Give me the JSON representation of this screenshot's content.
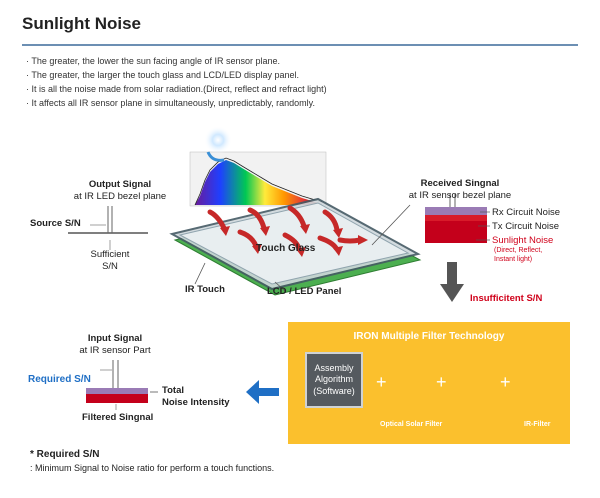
{
  "title": "Sunlight Noise",
  "bullets": [
    "The greater, the lower the sun facing angle of IR sensor plane.",
    "The greater, the larger the touch glass and LCD/LED display panel.",
    "It is all the noise made from solar radiation.(Direct, reflect and refract light)",
    "It affects all IR sensor plane in simultaneously, unpredictably, randomly."
  ],
  "output_signal": {
    "title": "Output Signal",
    "subtitle": "at IR LED bezel plane",
    "source_sn": "Source S/N",
    "sufficient_line1": "Sufficient",
    "sufficient_line2": "S/N"
  },
  "panel": {
    "touch_glass": "Touch Glass",
    "ir_touch": "IR Touch",
    "lcd_panel": "LCD / LED Panel"
  },
  "received_signal": {
    "title": "Received Singnal",
    "subtitle": "at IR sensor bezel plane",
    "rx_noise": "Rx Circuit Noise",
    "tx_noise": "Tx Circuit Noise",
    "sunlight_noise": "Sunlight Noise",
    "sunlight_detail_1": "(Direct, Reflect,",
    "sunlight_detail_2": "Instant light)",
    "insufficient": "Insufficitent S/N"
  },
  "filter": {
    "title": "IRON Multiple Filter Technology",
    "algo_line1": "Assembly",
    "algo_line2": "Algorithm",
    "algo_line3": "(Software)",
    "plus": "+",
    "optical": "Optical Solar Filter",
    "ir": "IR-Filter"
  },
  "input_signal": {
    "title": "Input Signal",
    "subtitle": "at IR sensor Part",
    "required": "Required S/N",
    "total": "Total",
    "noise_intensity": "Noise Intensity",
    "filtered": "Filtered Singnal"
  },
  "footnote": {
    "title": "* Required S/N",
    "text": ": Minimum Signal to Noise ratio for perform a touch functions."
  },
  "colors": {
    "accent_blue": "#1f6fc5",
    "red": "#d0021b",
    "filter_yellow": "#fbc02d",
    "dark_red": "#b3001b",
    "purple": "#9a7bb5"
  },
  "icons": {
    "sun": "sun-icon",
    "arrows": "red-curved-arrow-icon"
  }
}
